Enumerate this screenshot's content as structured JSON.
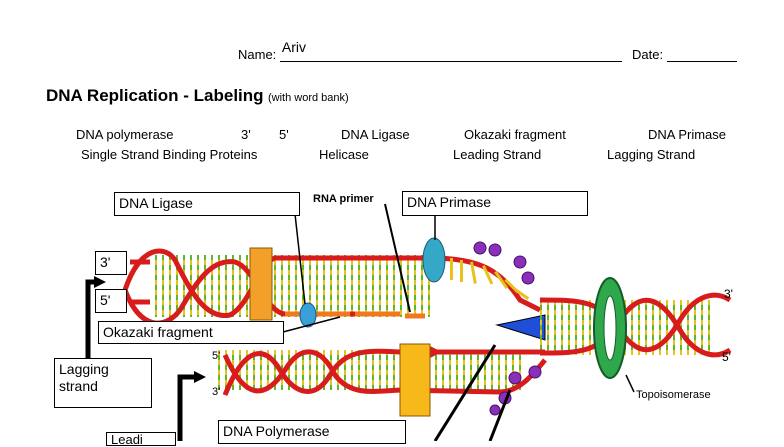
{
  "header": {
    "name_label": "Name:",
    "name_value": "Ariv",
    "date_label": "Date:"
  },
  "title": {
    "main": "DNA Replication - Labeling",
    "sub": "(with word bank)"
  },
  "word_bank": {
    "row1": [
      "DNA polymerase",
      "3'",
      "5'",
      "DNA Ligase",
      "Okazaki fragment",
      "DNA Primase"
    ],
    "row2": [
      "Single Strand Binding Proteins",
      "Helicase",
      "Leading Strand",
      "Lagging Strand"
    ]
  },
  "diagram": {
    "labels": {
      "dna_ligase": "DNA Ligase",
      "rna_primer": "RNA primer",
      "dna_primase": "DNA Primase",
      "three_prime_top": "3'",
      "five_prime_top": "5'",
      "okazaki": "Okazaki fragment",
      "lagging": "Lagging strand",
      "five_prime_lower": "5'",
      "three_prime_lower": "3'",
      "three_prime_right": "3'",
      "five_prime_right": "5'",
      "topoisomerase": "Topoisomerase",
      "dna_polymerase": "DNA Polymerase",
      "leading_partial": "Leadi"
    }
  }
}
